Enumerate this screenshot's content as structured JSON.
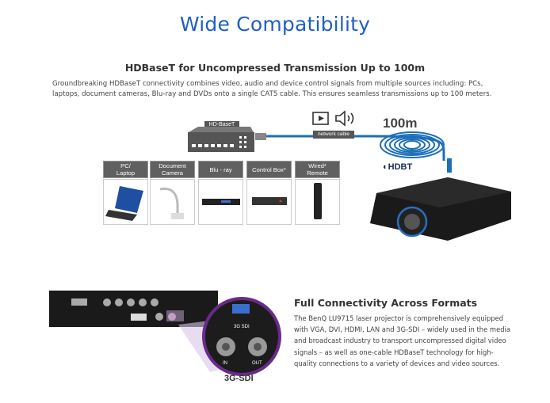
{
  "title": "Wide Compatibility",
  "hdbaset": {
    "heading": "HDBaseT for Uncompressed Transmission Up to 100m",
    "body": "Groundbreaking HDBaseT connectivity combines video, audio and device control signals from multiple sources including: PCs, laptops, document cameras, Blu-ray and DVDs onto a single CAT5 cable. This ensures seamless transmissions up to 100 meters.",
    "diagram": {
      "switch_label": "HD-BaseT",
      "cable_label": "network cable",
      "distance": "100m",
      "logo": "HDBT",
      "devices": [
        {
          "label": "PC/\nLaptop",
          "icon": "laptop-icon"
        },
        {
          "label": "Document\nCamera",
          "icon": "document-camera-icon"
        },
        {
          "label": "Blu - ray",
          "icon": "bluray-player-icon"
        },
        {
          "label": "Control Box*",
          "icon": "control-box-icon"
        },
        {
          "label": "Wired*\nRemote",
          "icon": "remote-icon"
        }
      ]
    }
  },
  "connectivity": {
    "heading": "Full Connectivity Across Formats",
    "body": "The BenQ LU9715 laser projector is comprehensively equipped with VGA, DVI, HDMI, LAN and 3G-SDI – widely used in the media and broadcast industry to transport uncompressed digital video signals – as well as one-cable HDBaseT technology for high-quality connections to a variety of devices and video sources.",
    "callout": "3G-SDI",
    "callout_panel": "3G SDI",
    "port_in": "IN",
    "port_out": "OUT"
  }
}
